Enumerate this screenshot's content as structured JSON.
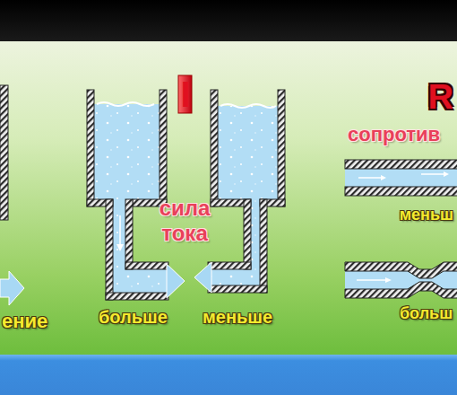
{
  "diagram": {
    "labels": [
      "ение",
      "I",
      "сила тока",
      "больше",
      "меньше",
      "R",
      "сопротив",
      "меньш",
      "больш"
    ]
  }
}
